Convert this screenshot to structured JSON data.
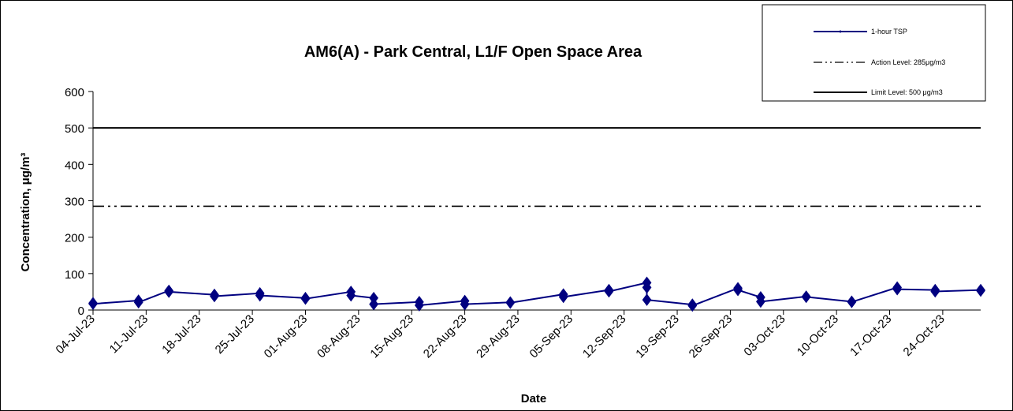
{
  "chart_data": {
    "type": "line",
    "title": "AM6(A) - Park Central, L1/F Open Space Area",
    "xlabel": "Date",
    "ylabel": "Concentration, μg/m³",
    "ylim": [
      0,
      600
    ],
    "yticks": [
      0,
      100,
      200,
      300,
      400,
      500,
      600
    ],
    "x_start": "2023-07-04",
    "x_end": "2023-10-29",
    "xtick_labels": [
      "04-Jul-23",
      "11-Jul-23",
      "18-Jul-23",
      "25-Jul-23",
      "01-Aug-23",
      "08-Aug-23",
      "15-Aug-23",
      "22-Aug-23",
      "29-Aug-23",
      "05-Sep-23",
      "12-Sep-23",
      "19-Sep-23",
      "26-Sep-23",
      "03-Oct-23",
      "10-Oct-23",
      "17-Oct-23",
      "24-Oct-23"
    ],
    "grid": false,
    "legend_position": "top-right",
    "series": [
      {
        "name": "1-hour TSP",
        "color": "#000080",
        "marker": "diamond",
        "points": [
          [
            "2023-07-04",
            19
          ],
          [
            "2023-07-04",
            17
          ],
          [
            "2023-07-10",
            26
          ],
          [
            "2023-07-10",
            21
          ],
          [
            "2023-07-14",
            53
          ],
          [
            "2023-07-14",
            50
          ],
          [
            "2023-07-20",
            42
          ],
          [
            "2023-07-20",
            38
          ],
          [
            "2023-07-26",
            46
          ],
          [
            "2023-07-26",
            40
          ],
          [
            "2023-08-01",
            33
          ],
          [
            "2023-08-01",
            31
          ],
          [
            "2023-08-07",
            50
          ],
          [
            "2023-08-07",
            40
          ],
          [
            "2023-08-10",
            33
          ],
          [
            "2023-08-10",
            16
          ],
          [
            "2023-08-16",
            22
          ],
          [
            "2023-08-16",
            13
          ],
          [
            "2023-08-22",
            25
          ],
          [
            "2023-08-22",
            16
          ],
          [
            "2023-08-28",
            21
          ],
          [
            "2023-08-28",
            20
          ],
          [
            "2023-09-04",
            43
          ],
          [
            "2023-09-04",
            36
          ],
          [
            "2023-09-10",
            55
          ],
          [
            "2023-09-10",
            51
          ],
          [
            "2023-09-15",
            75
          ],
          [
            "2023-09-15",
            62
          ],
          [
            "2023-09-15",
            28
          ],
          [
            "2023-09-21",
            15
          ],
          [
            "2023-09-21",
            12
          ],
          [
            "2023-09-27",
            60
          ],
          [
            "2023-09-27",
            55
          ],
          [
            "2023-09-30",
            35
          ],
          [
            "2023-09-30",
            23
          ],
          [
            "2023-10-06",
            37
          ],
          [
            "2023-10-06",
            36
          ],
          [
            "2023-10-12",
            23
          ],
          [
            "2023-10-12",
            22
          ],
          [
            "2023-10-18",
            62
          ],
          [
            "2023-10-18",
            57
          ],
          [
            "2023-10-23",
            55
          ],
          [
            "2023-10-23",
            51
          ],
          [
            "2023-10-29",
            55
          ],
          [
            "2023-10-29",
            53
          ]
        ]
      }
    ],
    "reference_lines": [
      {
        "name": "Action Level:  285μg/m3",
        "value": 285,
        "style": "dash-dot-dot"
      },
      {
        "name": "Limit Level: 500 μg/m3",
        "value": 500,
        "style": "solid"
      }
    ]
  }
}
